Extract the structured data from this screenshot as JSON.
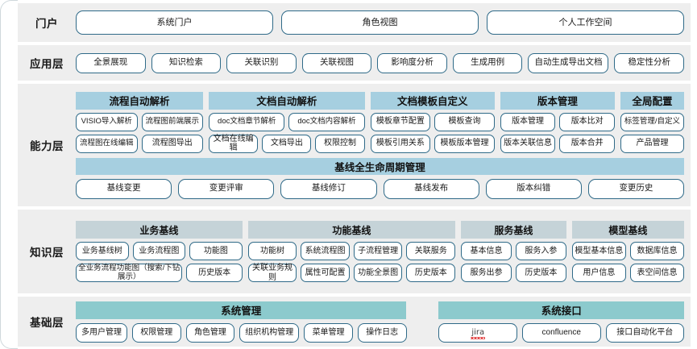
{
  "layers": {
    "portal": {
      "label": "门户",
      "items": [
        "系统门户",
        "角色视图",
        "个人工作空间"
      ]
    },
    "application": {
      "label": "应用层",
      "items": [
        "全景展现",
        "知识检索",
        "关联识别",
        "关联视图",
        "影响度分析",
        "生成用例",
        "自动生成导出文档",
        "稳定性分析"
      ]
    },
    "capability": {
      "label": "能力层",
      "groups": [
        {
          "head": "流程自动解析",
          "rows": [
            [
              "VISIO导入解析",
              "流程图前端展示"
            ],
            [
              "流程图在线编辑",
              "流程图导出"
            ]
          ]
        },
        {
          "head": "文档自动解析",
          "rows": [
            [
              "doc文档章节解析",
              "doc文档内容解析"
            ],
            [
              "文档在线编辑",
              "文档导出",
              "权限控制"
            ]
          ]
        },
        {
          "head": "文档模板自定义",
          "rows": [
            [
              "模板章节配置",
              "模板查询"
            ],
            [
              "模板引用关系",
              "模板版本管理"
            ]
          ]
        },
        {
          "head": "版本管理",
          "rows": [
            [
              "版本管理",
              "版本比对"
            ],
            [
              "版本关联信息",
              "版本合并"
            ]
          ]
        },
        {
          "head": "全局配置",
          "rows": [
            [
              "标签管理/自定义"
            ],
            [
              "产品管理"
            ]
          ]
        }
      ],
      "baseline": {
        "head": "基线全生命周期管理",
        "items": [
          "基线变更",
          "变更评审",
          "基线修订",
          "基线发布",
          "版本纠错",
          "变更历史"
        ]
      }
    },
    "knowledge": {
      "label": "知识层",
      "groups": [
        {
          "head": "业务基线",
          "rows": [
            [
              "业务基线树",
              "业务流程图",
              "功能图"
            ],
            [
              "全业务流程功能图（搜索/下钻展示）",
              "历史版本"
            ]
          ]
        },
        {
          "head": "功能基线",
          "rows": [
            [
              "功能树",
              "系统流程图",
              "子流程管理",
              "关联服务"
            ],
            [
              "关联业务规则",
              "属性可配置",
              "功能全景图",
              "历史版本"
            ]
          ]
        },
        {
          "head": "服务基线",
          "rows": [
            [
              "基本信息",
              "服务入参"
            ],
            [
              "服务出参",
              "历史版本"
            ]
          ]
        },
        {
          "head": "模型基线",
          "rows": [
            [
              "模型基本信息",
              "数据库信息"
            ],
            [
              "用户信息",
              "表空间信息"
            ]
          ]
        }
      ]
    },
    "foundation": {
      "label": "基础层",
      "groups": [
        {
          "head": "系统管理",
          "items": [
            "多用户管理",
            "权限管理",
            "角色管理",
            "组织机构管理",
            "菜单管理",
            "操作日志"
          ]
        },
        {
          "head": "系统接口",
          "items": [
            "jira",
            "confluence",
            "接口自动化平台"
          ]
        }
      ]
    }
  },
  "colors": {
    "band_bg": "#eeeeee",
    "pill_border": "#2f6a88",
    "cap_head": "#a6cfe0",
    "know_head": "#c5d3d8",
    "sys_head": "#8ccacd",
    "page_bg": "#ffffff",
    "spellcheck_underline": "#e03030"
  }
}
